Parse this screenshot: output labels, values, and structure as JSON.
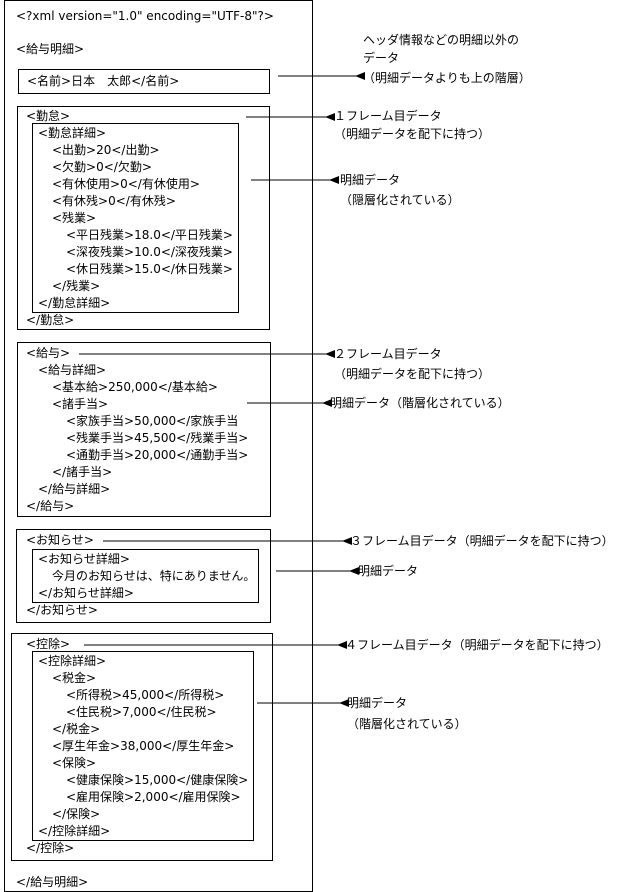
{
  "xml": {
    "declaration": "<?xml version=\"1.0\" encoding=\"UTF-8\"?>",
    "root_open": "<給与明細>",
    "root_close": "</給与明細>",
    "name_line": "<名前>日本　太郎</名前>",
    "attendance": {
      "open": "<勤怠>",
      "detail_open": "<勤怠詳細>",
      "lines": [
        "<出勤>20</出勤>",
        "<欠勤>0</欠勤>",
        "<有休使用>0</有休使用>",
        "<有休残>0</有休残>",
        "<残業>"
      ],
      "overtime_lines": [
        "<平日残業>18.0</平日残業>",
        "<深夜残業>10.0</深夜残業>",
        "<休日残業>15.0</休日残業>"
      ],
      "overtime_close": "</残業>",
      "detail_close": "</勤怠詳細>",
      "close": "</勤怠>"
    },
    "salary": {
      "open": "<給与>",
      "detail_open": "<給与詳細>",
      "base": "<基本給>250,000</基本給>",
      "allow_open": "<諸手当>",
      "allow_lines": [
        "<家族手当>50,000</家族手当",
        "<残業手当>45,500</残業手当>",
        "<通勤手当>20,000</通勤手当>"
      ],
      "allow_close": "</諸手当>",
      "detail_close": "</給与詳細>",
      "close": "</給与>"
    },
    "notice": {
      "open": "<お知らせ>",
      "detail_open": "<お知らせ詳細>",
      "text": "今月のお知らせは、特にありません。",
      "detail_close": "</お知らせ詳細>",
      "close": "</お知らせ>"
    },
    "deduction": {
      "open": "<控除>",
      "detail_open": "<控除詳細>",
      "tax_open": "<税金>",
      "tax_lines": [
        "<所得税>45,000</所得税>",
        "<住民税>7,000</住民税>"
      ],
      "tax_close": "</税金>",
      "pension": "<厚生年金>38,000</厚生年金>",
      "ins_open": "<保険>",
      "ins_lines": [
        "<健康保険>15,000</健康保険>",
        "<雇用保険>2,000</雇用保険>"
      ],
      "ins_close": "</保険>",
      "detail_close": "</控除詳細>",
      "close": "</控除>"
    }
  },
  "annotations": {
    "header_line1": "ヘッダ情報などの明細以外の",
    "header_line2": "データ",
    "header_line3": "（明細データよりも上の階層）",
    "frame1_label": "１フレーム目データ",
    "frame1_sub": "（明細データを配下に持つ）",
    "detail1_label": "明細データ",
    "detail1_sub": "（隠層化されている）",
    "frame2_label": "２フレーム目データ",
    "frame2_sub": "（明細データを配下に持つ）",
    "detail2_label": "明細データ（階層化されている）",
    "frame3_label": "３フレーム目データ（明細データを配下に持つ）",
    "detail3_label": "明細データ",
    "frame4_label": "４フレーム目データ（明細データを配下に持つ）",
    "detail4_label": "明細データ",
    "detail4_sub": "（階層化されている）"
  }
}
